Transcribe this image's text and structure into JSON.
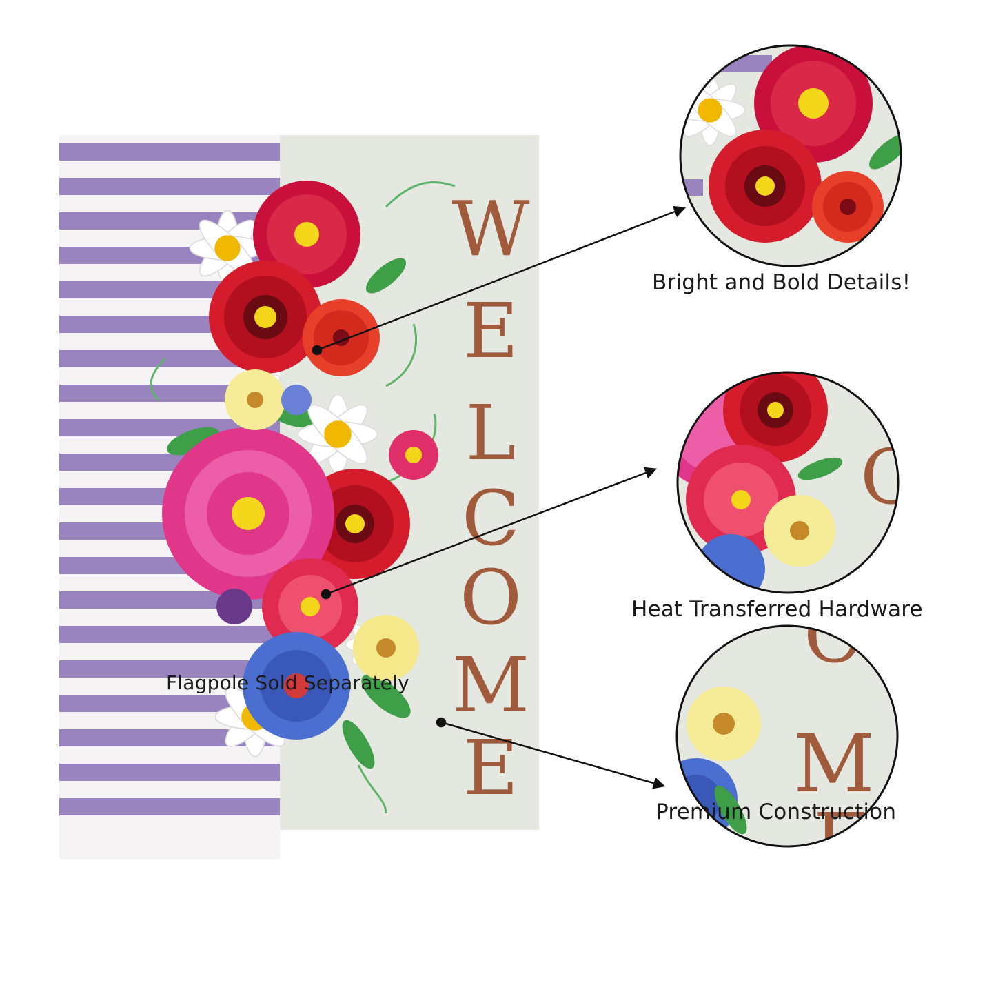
{
  "flag": {
    "word": [
      "W",
      "E",
      "L",
      "C",
      "O",
      "M",
      "E"
    ],
    "colors": {
      "stripe_purple": "#9a84c0",
      "stripe_white": "#f5f3f4",
      "panel": "#e4e8e0",
      "letter": "#a05a3c",
      "red_flower": "#d41c2c",
      "magenta_flower": "#e0378a",
      "pink_flower": "#ec5ea8",
      "blue_flower": "#4a6fd0",
      "daisy": "#ffffff",
      "center": "#f4d61a",
      "leaf": "#3f9e48"
    }
  },
  "callouts": [
    {
      "label": "Bright and Bold Details!",
      "zoom_icon": "flower-closeup"
    },
    {
      "label": "Heat Transferred Hardware",
      "zoom_icon": "petal-closeup"
    },
    {
      "label": "Premium Construction",
      "zoom_icon": "embroidery-closeup"
    }
  ],
  "footer": {
    "note": "Flagpole Sold Separately"
  },
  "zoom_letters": {
    "c2": "C",
    "c3_a": "M",
    "c3_b": "E",
    "c3_c": "C"
  }
}
